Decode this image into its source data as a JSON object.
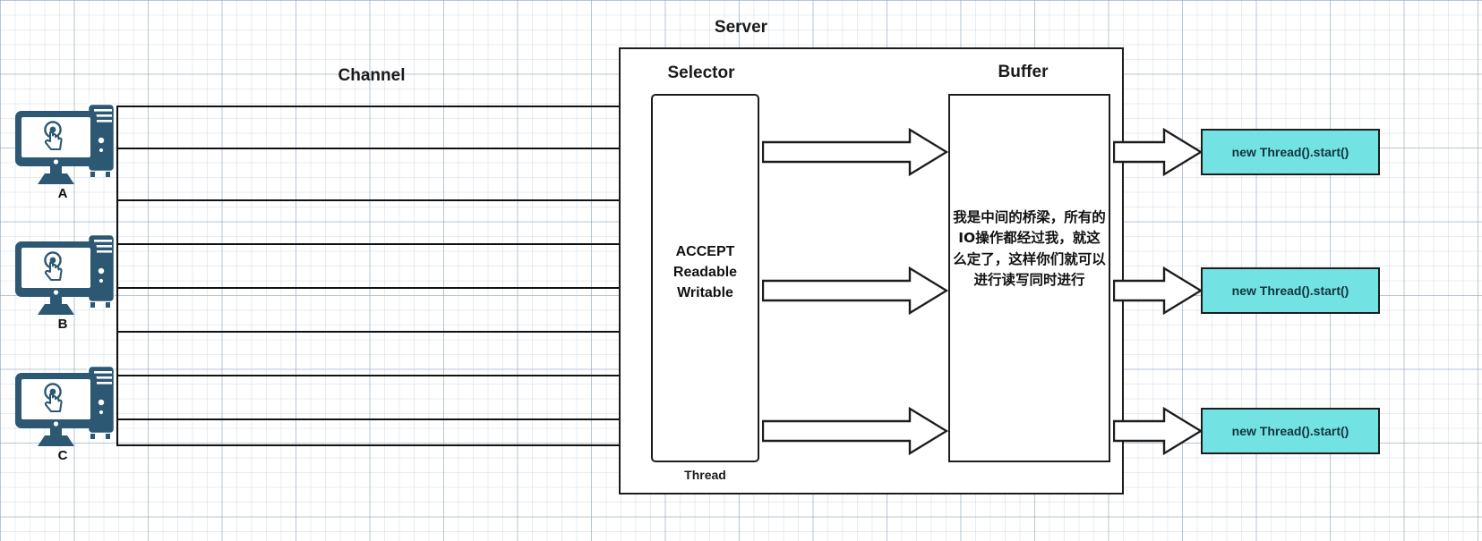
{
  "diagram": {
    "title": "Server",
    "colors": {
      "accent_cyan": "#72e2e2",
      "icon_blue": "#2c5874",
      "line": "#1d1d1d",
      "grid": "#96aac3"
    }
  },
  "labels": {
    "server": "Server",
    "channel": "Channel",
    "selector": "Selector",
    "buffer": "Buffer",
    "thread": "Thread"
  },
  "selector": {
    "modes": "ACCEPT\nReadable\nWritable",
    "mode_lines": [
      "ACCEPT",
      "Readable",
      "Writable"
    ],
    "footer": "Thread"
  },
  "buffer": {
    "note": "我是中间的桥梁，所有的IO操作都经过我，就这么定了，这样你们就可以进行读写同时进行"
  },
  "clients": [
    {
      "id": "client-a",
      "label": "A",
      "icon": "desktop-computer-icon"
    },
    {
      "id": "client-b",
      "label": "B",
      "icon": "desktop-computer-icon"
    },
    {
      "id": "client-c",
      "label": "C",
      "icon": "desktop-computer-icon"
    }
  ],
  "threads": [
    {
      "id": "thread-1",
      "label": "new Thread().start()"
    },
    {
      "id": "thread-2",
      "label": "new Thread().start()"
    },
    {
      "id": "thread-3",
      "label": "new Thread().start()"
    }
  ],
  "channel_lines_y": [
    118,
    165,
    223,
    272,
    321,
    370,
    419,
    468,
    497
  ],
  "arrows": {
    "selector_to_buffer_count": 3,
    "buffer_to_thread_count": 3,
    "style": "block-arrow-right-outline"
  }
}
